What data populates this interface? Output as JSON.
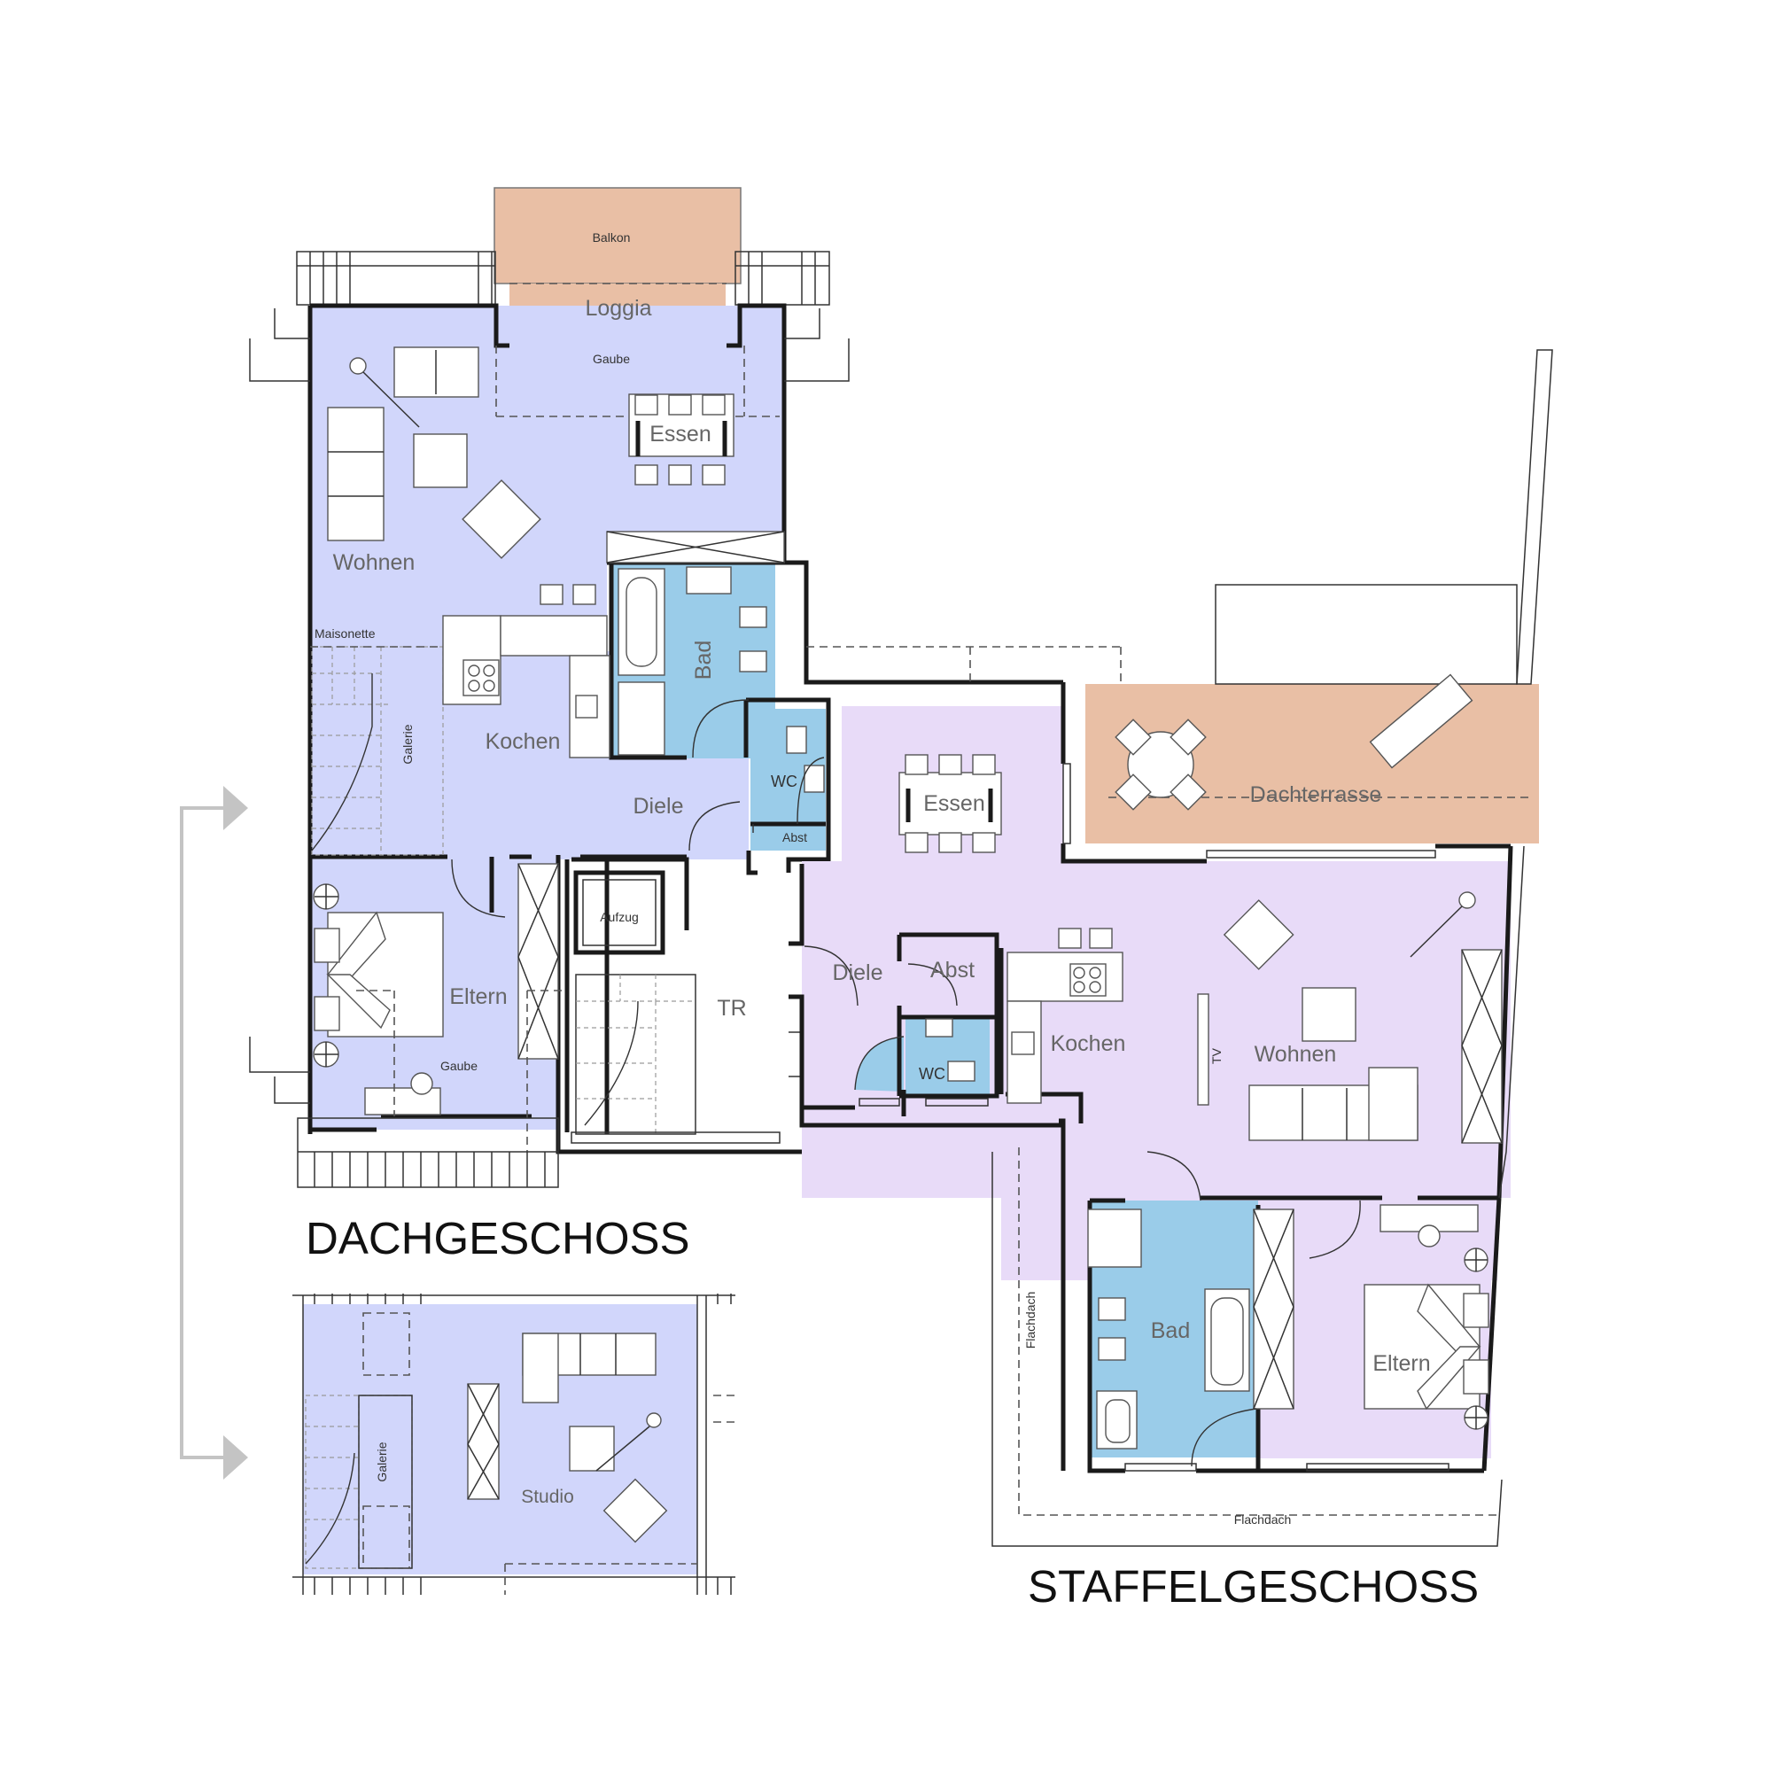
{
  "titles": {
    "upper": "DACHGESCHOSS",
    "lower": "STAFFELGESCHOSS"
  },
  "labels": {
    "balkon": "Balkon",
    "loggia": "Loggia",
    "gaube_top": "Gaube",
    "essen_dg": "Essen",
    "wohnen_dg": "Wohnen",
    "maisonette": "Maisonette",
    "galerie_dg": "Galerie",
    "kochen_dg": "Kochen",
    "bad_dg": "Bad",
    "wc_dg": "WC",
    "abst_dg": "Abst",
    "diele_dg": "Diele",
    "aufzug": "Aufzug",
    "tr": "TR",
    "eltern_dg": "Eltern",
    "gaube_bottom": "Gaube",
    "essen_sg": "Essen",
    "dachterrasse": "Dachterrasse",
    "diele_sg": "Diele",
    "abst_sg": "Abst",
    "wc_sg": "WC",
    "kochen_sg": "Kochen",
    "tv": "TV",
    "wohnen_sg": "Wohnen",
    "flachdach_side": "Flachdach",
    "bad_sg": "Bad",
    "eltern_sg": "Eltern",
    "flachdach_bottom": "Flachdach",
    "galerie_studio": "Galerie",
    "studio": "Studio"
  },
  "colors": {
    "dg_room": "#d1d6fb",
    "sg_room": "#e8dbf8",
    "wet_room": "#9acce9",
    "terrace": "#e9bfa5",
    "wall": "#1a1a1a",
    "arrow": "#c4c4c4"
  }
}
